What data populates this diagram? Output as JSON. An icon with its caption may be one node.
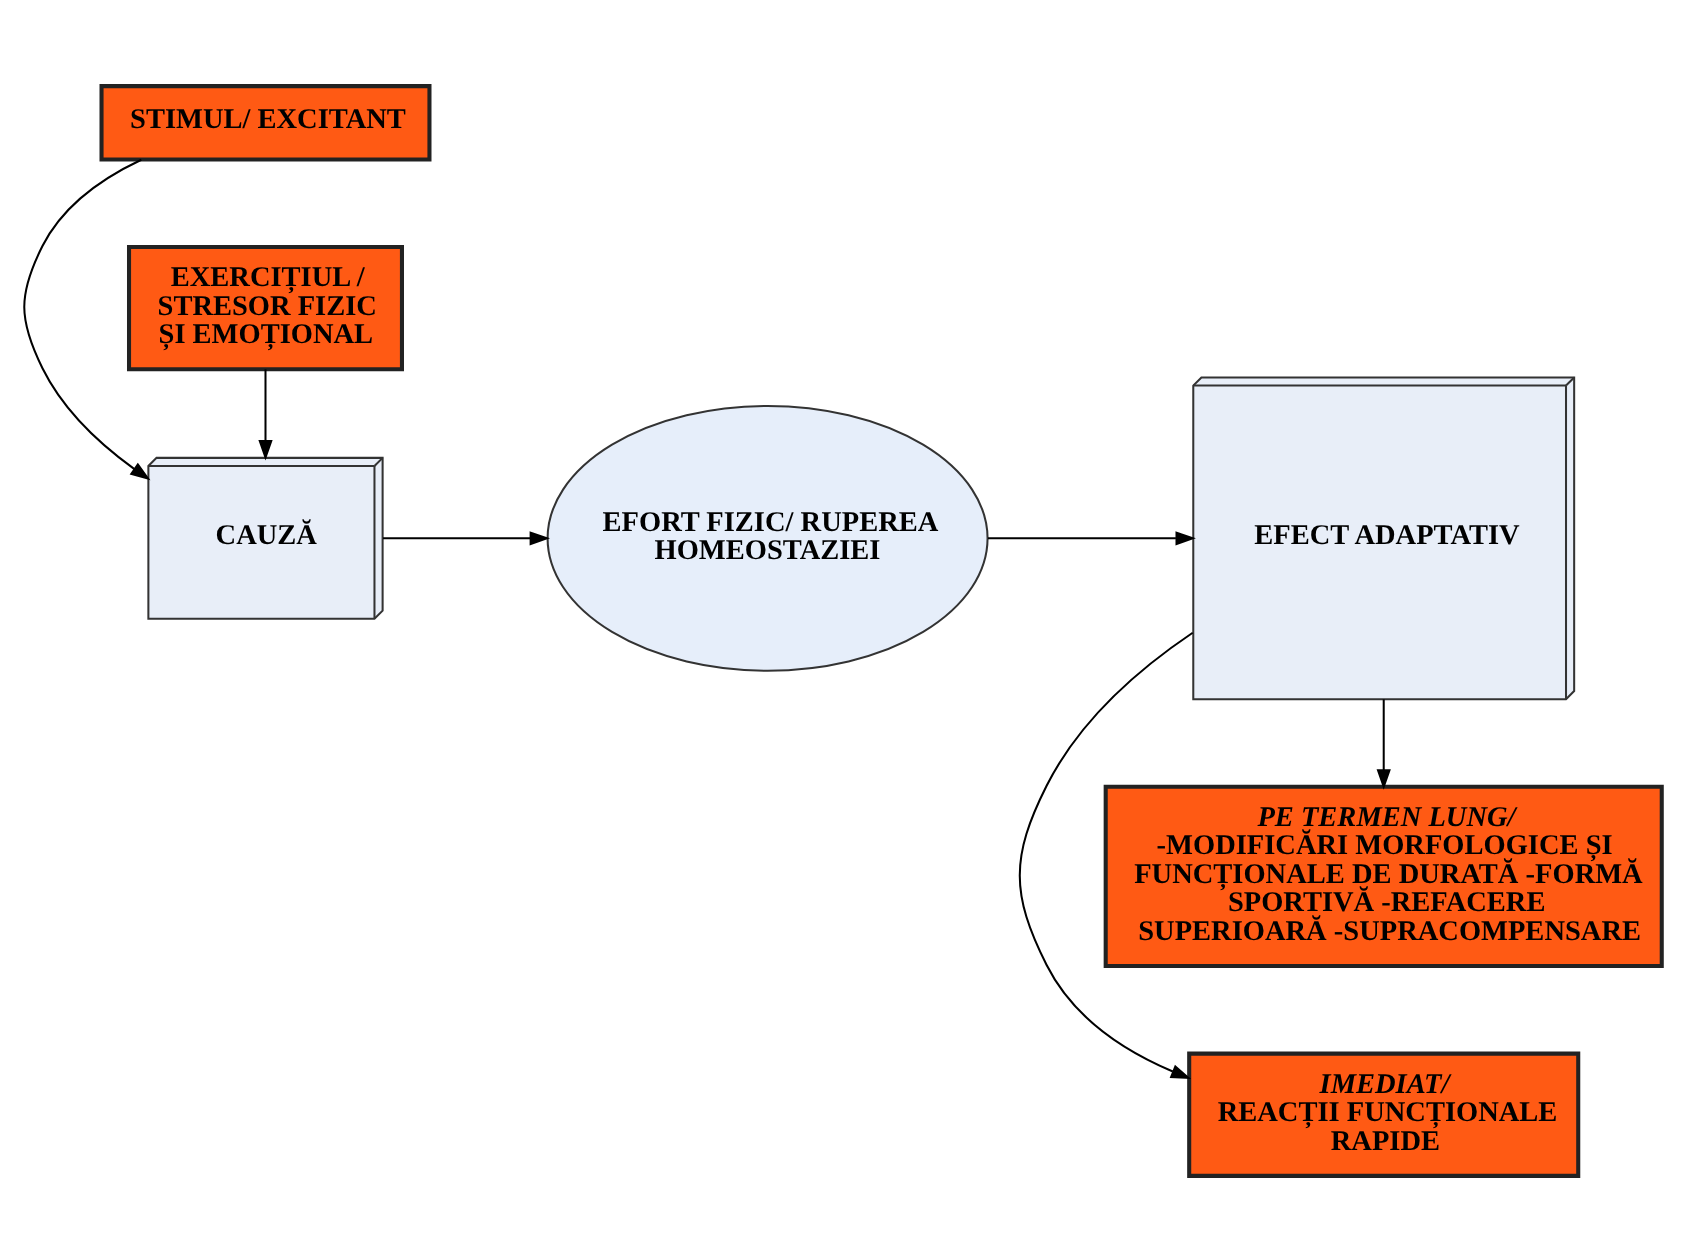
{
  "diagram": {
    "nodes": [
      {
        "text": [
          "STIMUL/ EXCITANT"
        ]
      },
      {
        "text": [
          "IMEDIAT/",
          "REACȚII FUNCȚIONALE RAPIDE"
        ]
      },
      {
        "text": [
          "CAUZĂ"
        ]
      },
      {
        "text": [
          "EFORT FIZIC/ RUPEREA HOMEOSTAZIEI"
        ]
      },
      {
        "text": [
          "EFECT ADAPTATIV"
        ]
      },
      {
        "text": [
          "EXERCIȚIUL / STRESOR FIZIC ȘI EMOȚIONAL"
        ]
      },
      {
        "text": [
          "PE TERMEN LUNG/",
          "-MODIFICĂRI MORFOLOGICE ȘI FUNCȚIONALE DE DURATĂ -FORMĂ SPORTIVĂ -REFACERE SUPERIOARĂ -SUPRACOMPENSARE"
        ]
      }
    ],
    "edges": [
      {
        "from": 0,
        "to": 2,
        "arrow": "to"
      },
      {
        "from": 5,
        "to": 2,
        "arrow": "to"
      },
      {
        "from": 2,
        "to": 3,
        "arrow": "to"
      },
      {
        "from": 3,
        "to": 4,
        "arrow": "to"
      },
      {
        "from": 4,
        "to": 1,
        "arrow": "to"
      },
      {
        "from": 4,
        "to": 6,
        "arrow": "to"
      }
    ]
  }
}
